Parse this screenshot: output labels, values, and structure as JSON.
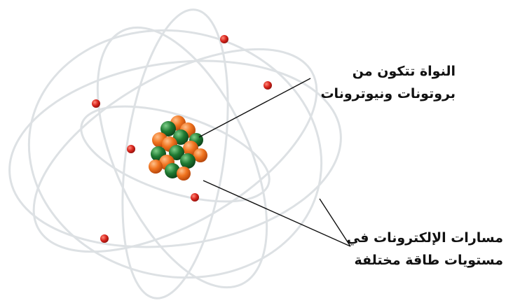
{
  "labels": {
    "nucleus": {
      "line1": "النواة تتكون من",
      "line2": "بروتونات ونيوترونات"
    },
    "orbits": {
      "line1": "مسارات الإلكترونات في",
      "line2": "مستويات طاقة مختلفة"
    }
  },
  "colors": {
    "orbit": "#dde1e4",
    "electron": "#d8241c",
    "proton": "#f0731e",
    "neutron": "#1f7a32",
    "leader_line": "#111111"
  }
}
